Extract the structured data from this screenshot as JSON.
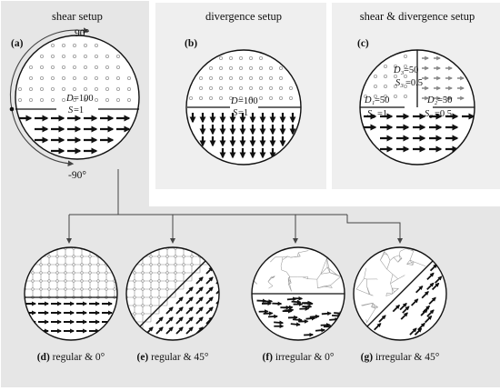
{
  "panels_top": [
    {
      "title": "shear setup",
      "letter": "(a)",
      "D_label": "D",
      "D_value": "=100",
      "S_label": "S",
      "S_value": "=1",
      "angle_top": "90°",
      "angle_bottom": "-90°"
    },
    {
      "title": "divergence setup",
      "letter": "(b)",
      "D_label": "D",
      "D_value": "=100",
      "S_label": "S",
      "S_value": "=1"
    },
    {
      "title": "shear & divergence setup",
      "letter": "(c)",
      "D3": "D₃",
      "D3_value": "=50",
      "S3": "S₃",
      "S3_value": "=0.5",
      "D1": "D₁",
      "D1_value": "=50",
      "S1": "S₁",
      "S1_value": "=1",
      "D2": "D₂",
      "D2_value": "=50",
      "S2": "S₂",
      "S2_value": "=0.5"
    }
  ],
  "panels_bottom": [
    {
      "letter": "(d)",
      "caption": " regular & 0°"
    },
    {
      "letter": "(e)",
      "caption": " regular & 45°"
    },
    {
      "letter": "(f)",
      "caption": " irregular & 0°"
    },
    {
      "letter": "(g)",
      "caption": " irregular & 45°"
    }
  ],
  "colors": {
    "panel_gray": "#e6e6e6",
    "panel_light": "#efefef",
    "ink": "#111111",
    "mesh": "#8a8a8a",
    "dot": "#9a9a9a"
  }
}
